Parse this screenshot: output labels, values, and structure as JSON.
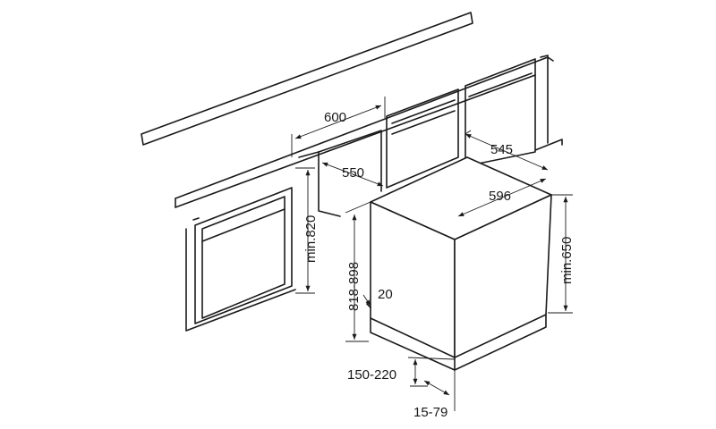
{
  "labels": {
    "width_opening": "600",
    "depth_opening": "550",
    "depth_unit": "545",
    "width_unit": "596",
    "height_opening": "min.820",
    "height_unit": "818-898",
    "height_cabinet": "min.650",
    "offset": "20",
    "plinth": "150-220",
    "toe": "15-79"
  }
}
